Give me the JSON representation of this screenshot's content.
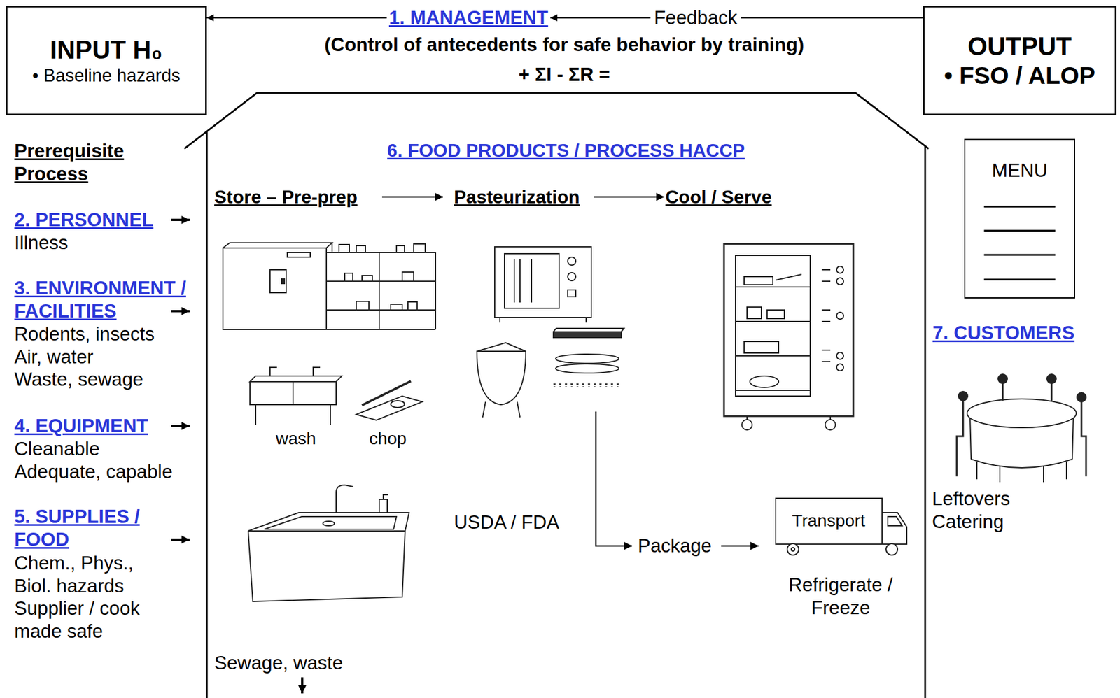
{
  "diagram": {
    "nodes": [
      {
        "text": [
          "INPUT H₀",
          "• Baseline hazards"
        ]
      },
      {
        "text": [
          "1. MANAGEMENT"
        ]
      },
      {
        "text": [
          "OUTPUT",
          "• FSO / ALOP"
        ]
      },
      {
        "text": [
          "6. FOOD PRODUCTS / PROCESS HACCP"
        ]
      },
      {
        "text": [
          "MENU"
        ]
      }
    ],
    "edges": [
      {
        "from": 2,
        "to": 1,
        "arrow": "to",
        "label": "Feedback"
      },
      {
        "from": 1,
        "to": 0,
        "arrow": "to"
      }
    ],
    "labels": [
      "(Control of antecedents for safe behavior by training)",
      "+ ΣI - ΣR =",
      "Prerequisite Process",
      "2. PERSONNEL",
      "Illness",
      "3. ENVIRONMENT / FACILITIES",
      "Rodents, insects",
      "Air, water",
      "Waste, sewage",
      "4. EQUIPMENT",
      "Cleanable",
      "Adequate, capable",
      "5. SUPPLIES / FOOD",
      "Chem., Phys., Biol. hazards",
      "Supplier / cook made safe",
      "Store – Pre-prep",
      "Pasteurization",
      "Cool / Serve",
      "wash",
      "chop",
      "USDA / FDA",
      "Package",
      "Transport",
      "Refrigerate / Freeze",
      "Sewage, waste",
      "7. CUSTOMERS",
      "Leftovers",
      "Catering"
    ]
  }
}
